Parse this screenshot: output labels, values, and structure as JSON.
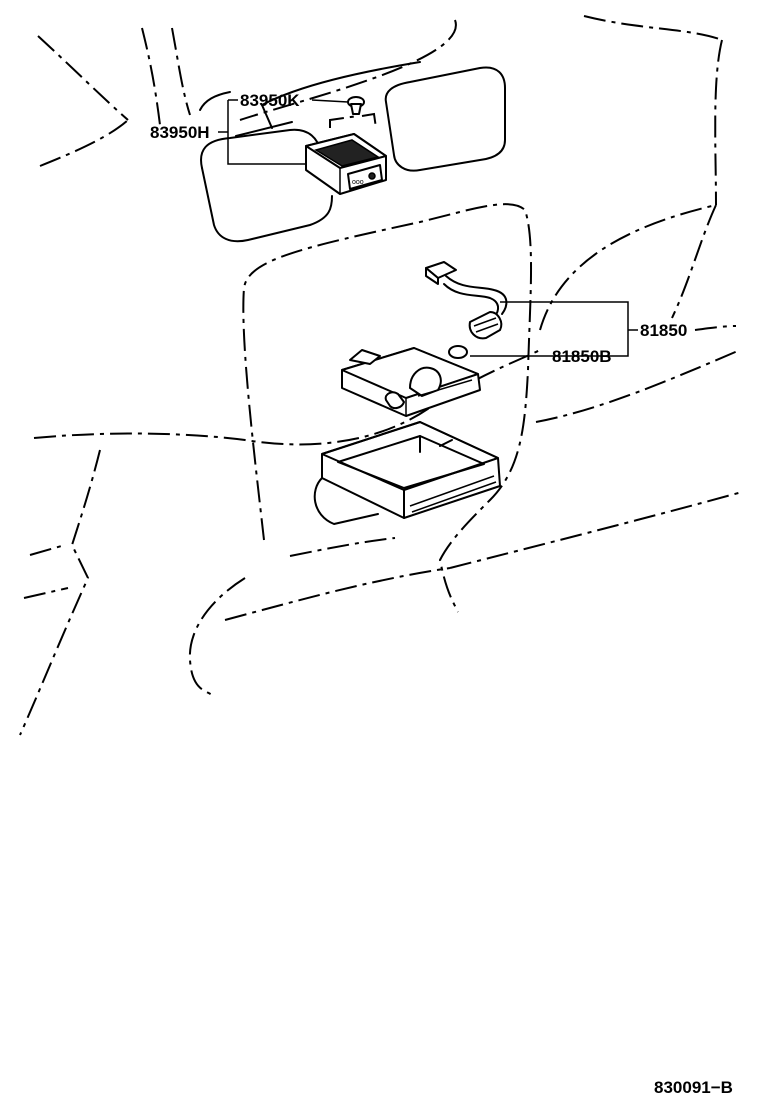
{
  "callouts": {
    "part_83950K": "83950K",
    "part_83950H": "83950H",
    "part_81850": "81850",
    "part_81850B": "81850B"
  },
  "reference_code": "830091−B"
}
